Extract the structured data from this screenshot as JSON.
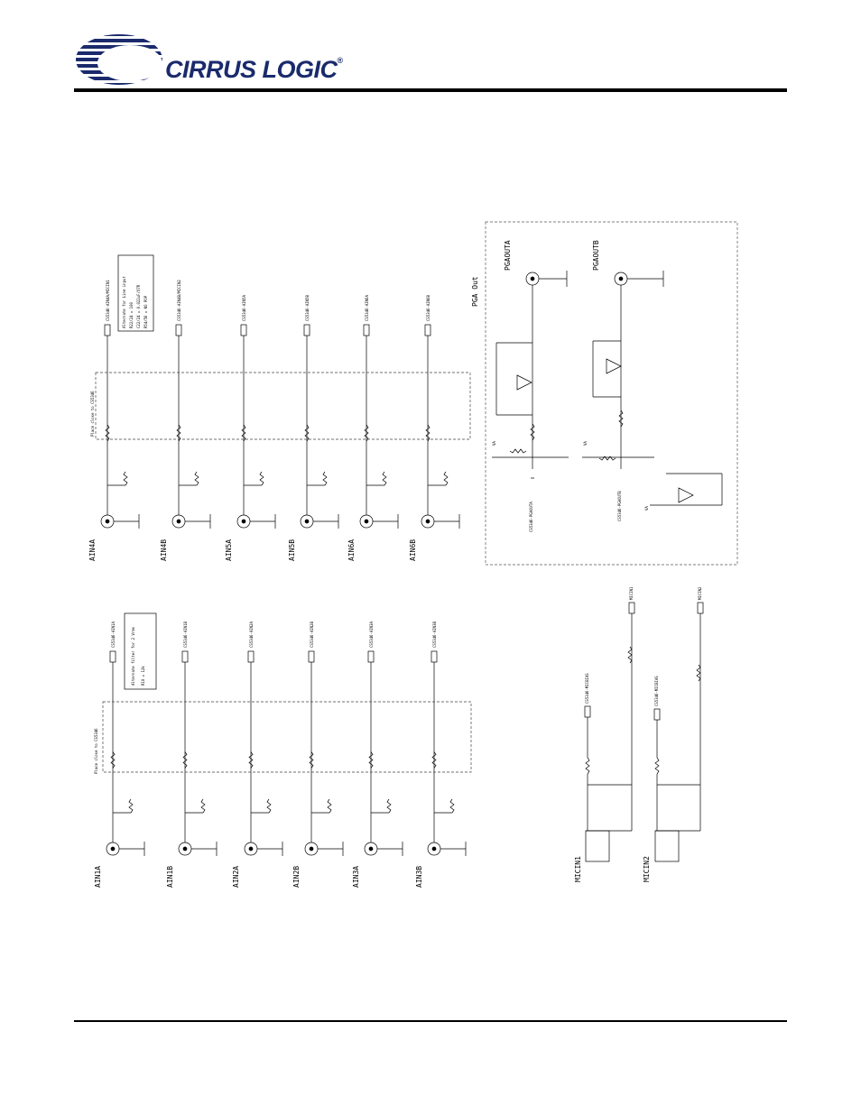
{
  "header": {
    "brand": "CIRRUS LOGIC",
    "brand_mark": "®",
    "colors": {
      "brand_blue": "#1a2a6c"
    }
  },
  "schematic": {
    "top_inputs": [
      {
        "label": "AIN4A",
        "net": "CS5346-AIN4A/MICIN1"
      },
      {
        "label": "AIN4B",
        "net": "CS5346-AIN4B/MICIN2"
      },
      {
        "label": "AIN5A",
        "net": "CS5346-AIN5A"
      },
      {
        "label": "AIN5B",
        "net": "CS5346-AIN5B"
      },
      {
        "label": "AIN6A",
        "net": "CS5346-AIN6A"
      },
      {
        "label": "AIN6B",
        "net": "CS5346-AIN6B"
      }
    ],
    "bottom_inputs": [
      {
        "label": "AIN1A",
        "net": "CS5346-AIN1A"
      },
      {
        "label": "AIN1B",
        "net": "CS5346-AIN1B"
      },
      {
        "label": "AIN2A",
        "net": "CS5346-AIN2A"
      },
      {
        "label": "AIN2B",
        "net": "CS5346-AIN2B"
      },
      {
        "label": "AIN3A",
        "net": "CS5346-AIN3A"
      },
      {
        "label": "AIN3B",
        "net": "CS5346-AIN3B"
      }
    ],
    "pga": {
      "title": "PGA Out",
      "out_a": "PGAOUTA",
      "out_b": "PGAOUTB",
      "net_a": "CS5346-PGAOUTA",
      "net_b": "CS5346-PGAOUTB",
      "va": "VA"
    },
    "mics": [
      {
        "label": "MICIN1",
        "bias": "CS5346-MICBIAS",
        "out": "MICIN1"
      },
      {
        "label": "MICIN2",
        "bias": "CS5346-MICBIAS",
        "out": "MICIN2"
      }
    ],
    "notes": {
      "place_close": "Place close to CS5346",
      "alt_filter_title": "Alternate filter for 2 Vrms",
      "alt_filter_value": "R10 = 12k",
      "alt_mic_title": "Alternate for Line input",
      "alt_mic_1": "R22/24 = 100",
      "alt_mic_2": "C22/24 = 0.022uF/X7R",
      "alt_mic_3": "R54/56 = NO POP"
    }
  }
}
